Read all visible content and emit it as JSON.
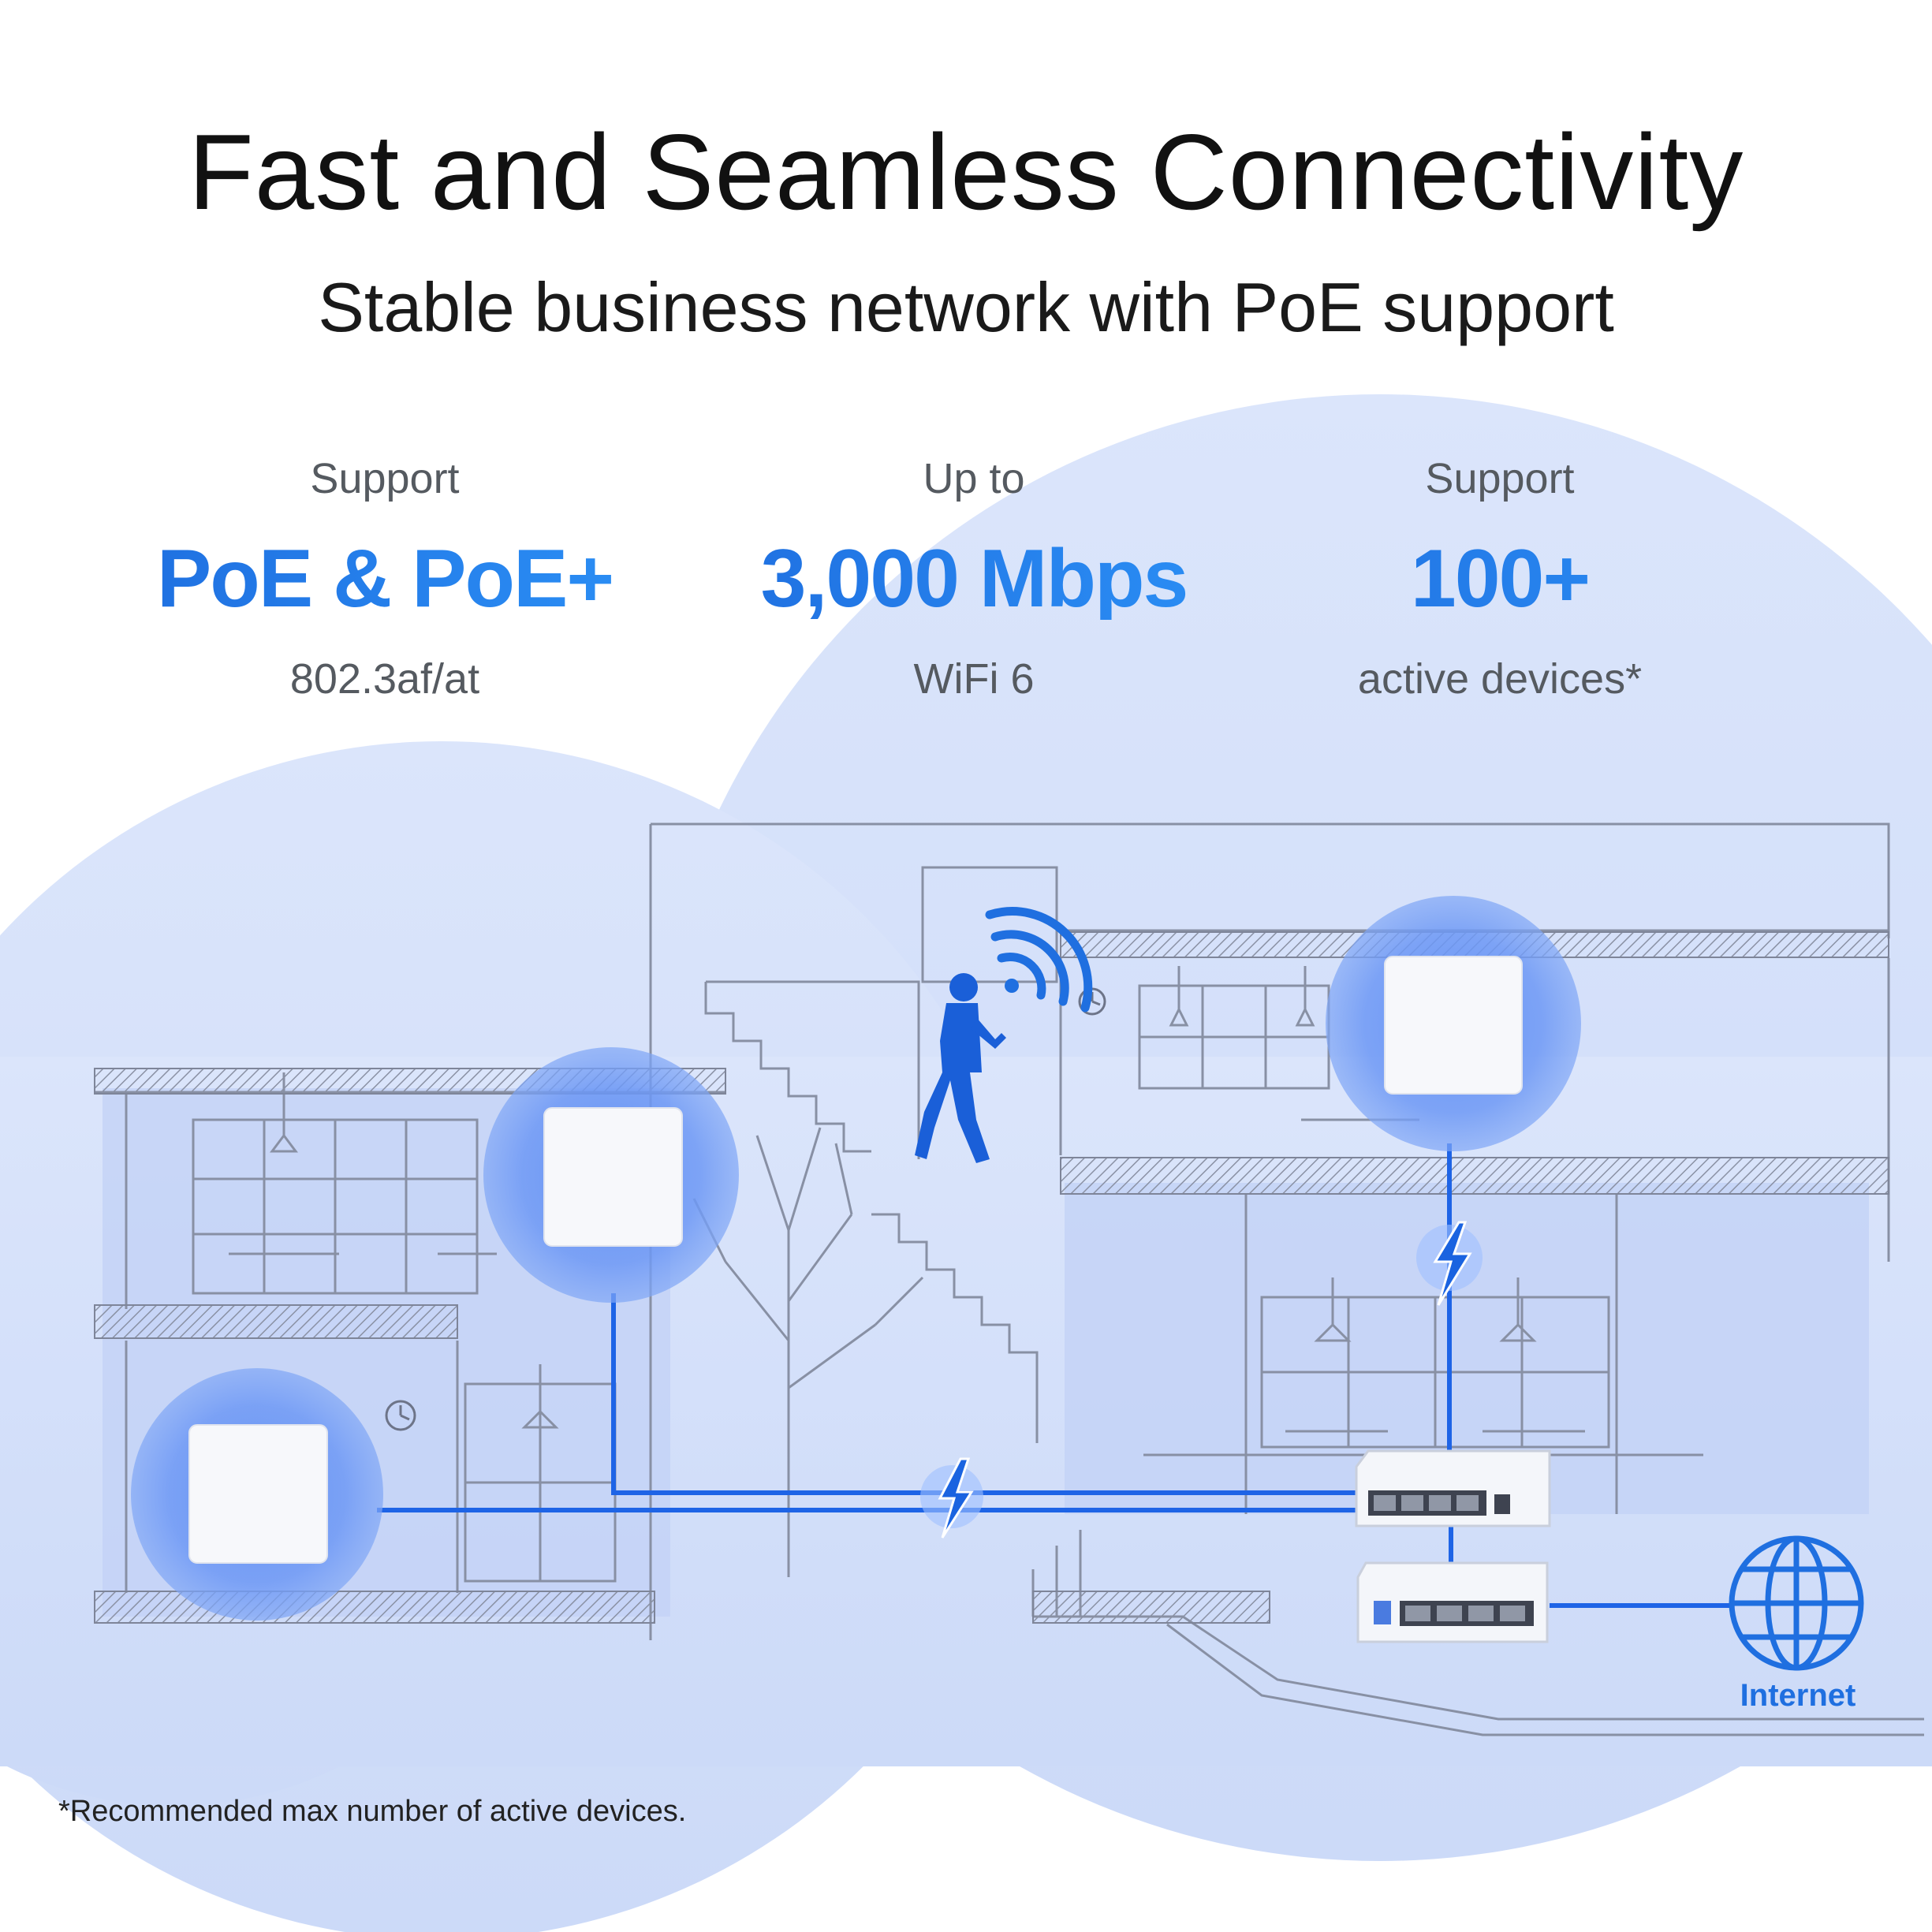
{
  "headline": "Fast and Seamless Connectivity",
  "subheadline": "Stable business network with PoE support",
  "stats": [
    {
      "pre": "Support",
      "value": "PoE & PoE+",
      "post": "802.3af/at"
    },
    {
      "pre": "Up to",
      "value": "3,000 Mbps",
      "post": "WiFi 6"
    },
    {
      "pre": "Support",
      "value": "100+",
      "post": "active devices*"
    }
  ],
  "internet_label": "Internet",
  "footnote": "*Recommended max number of active devices.",
  "colors": {
    "accent": "#1f6fe0",
    "coverage": "#d4e0fb",
    "cable": "#1e64e6",
    "building_line": "#8890a4"
  },
  "icons": [
    "wifi-signal-icon",
    "lightning-icon",
    "globe-icon",
    "person-silhouette-icon",
    "clock-icon"
  ]
}
